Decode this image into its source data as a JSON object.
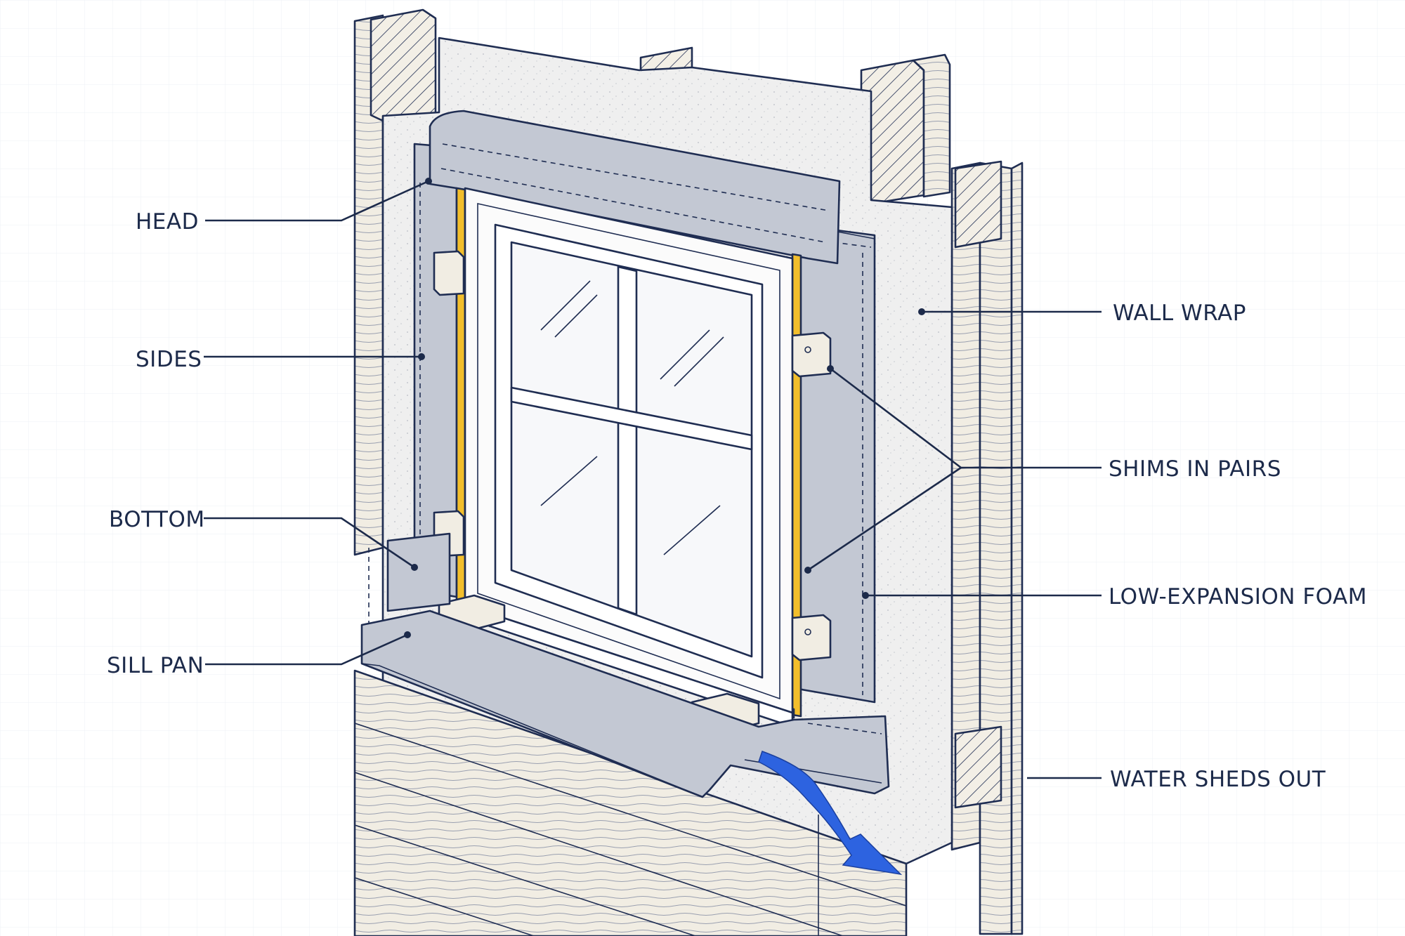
{
  "labels": {
    "head": "HEAD",
    "sides": "SIDES",
    "bottom": "BOTTOM",
    "sill_pan": "SILL PAN",
    "wall_wrap": "WALL WRAP",
    "shims": "SHIMS IN PAIRS",
    "foam": "LOW-EXPANSION FOAM",
    "water": "WATER SHEDS OUT"
  },
  "colors": {
    "ink": "#1f2d52",
    "flashing": "#c3c8d3",
    "wrap": "#efefef",
    "foam": "#f2be2c",
    "water_arrow": "#2d63e0",
    "wood": "#f1ede3"
  }
}
